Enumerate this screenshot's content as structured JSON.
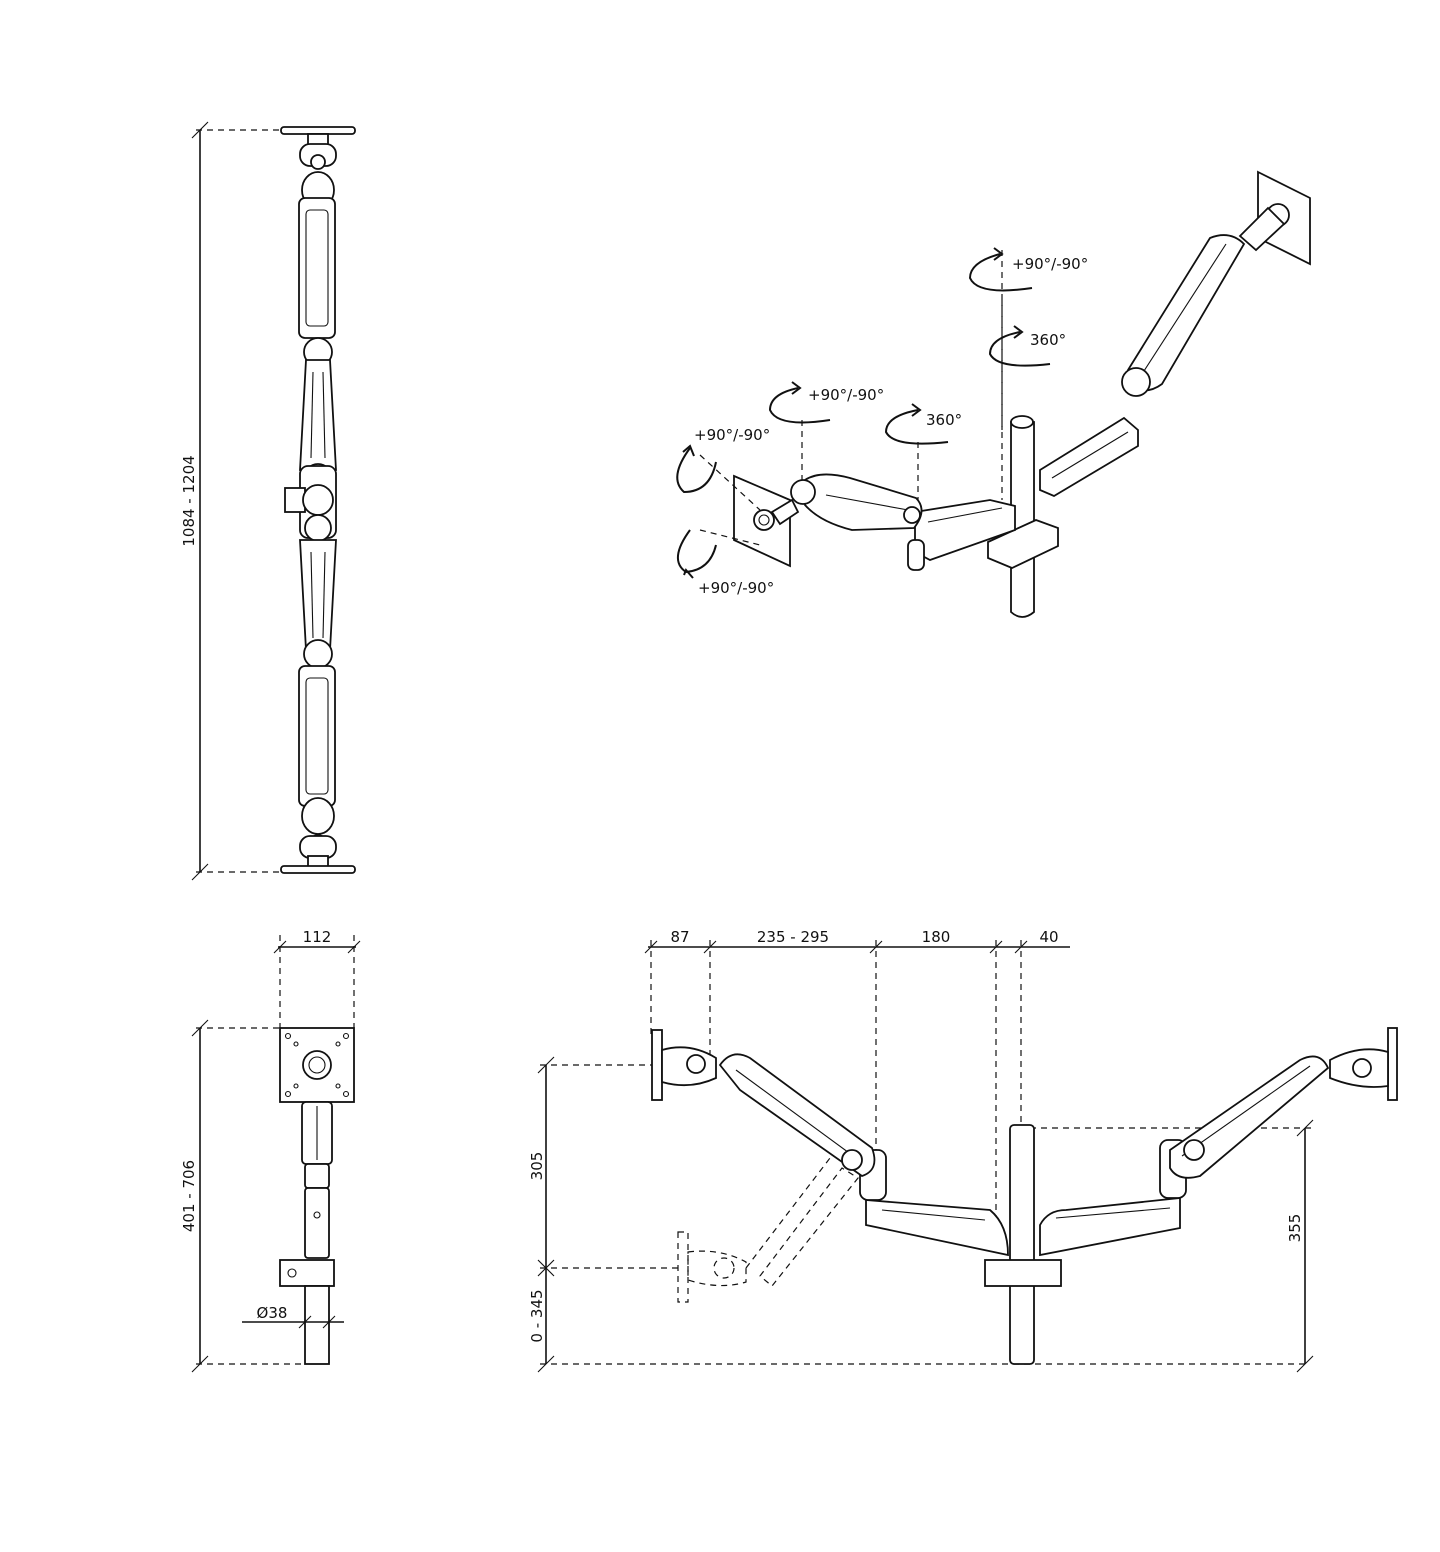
{
  "colors": {
    "line": "#111111",
    "paper": "#ffffff"
  },
  "front_view": {
    "height_label": "1084 - 1204"
  },
  "side_view": {
    "width_label": "112",
    "height_label": "401 - 706",
    "pole_diameter_label": "Ø38"
  },
  "perspective_view": {
    "rotations": [
      {
        "id": "vesa-tilt-top",
        "label": "+90°/-90°"
      },
      {
        "id": "vesa-tilt-bottom",
        "label": "+90°/-90°"
      },
      {
        "id": "head-pivot",
        "label": "+90°/-90°"
      },
      {
        "id": "elbow-swivel",
        "label": "360°"
      },
      {
        "id": "right-head-pivot",
        "label": "+90°/-90°"
      },
      {
        "id": "pole-swivel",
        "label": "360°"
      }
    ]
  },
  "top_view": {
    "widths": [
      "87",
      "235 - 295",
      "180",
      "40"
    ],
    "heights": {
      "upper": "305",
      "lower": "0 - 345",
      "right": "355"
    }
  }
}
